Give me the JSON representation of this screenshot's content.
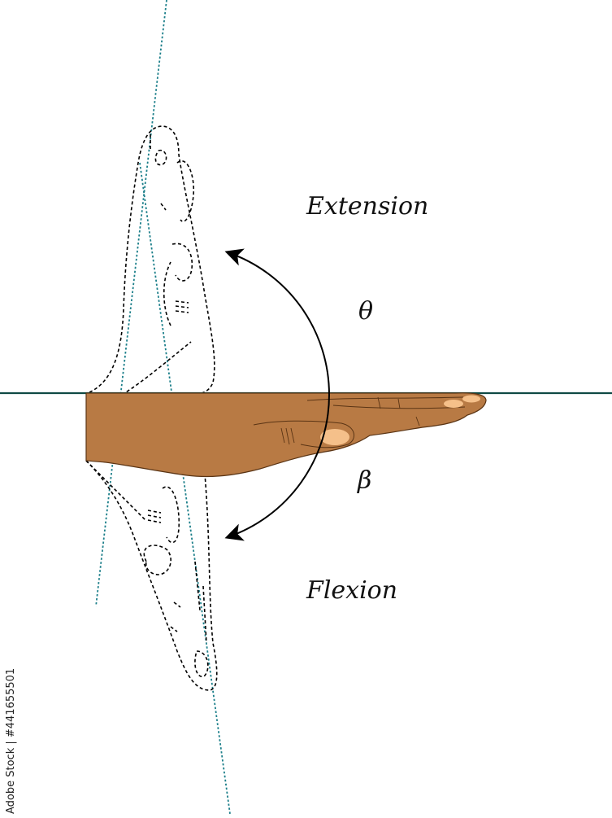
{
  "labels": {
    "extension": "Extension",
    "flexion": "Flexion",
    "extension_angle": "θ",
    "flexion_angle": "β"
  },
  "watermark": "Adobe Stock | #441655501",
  "colors": {
    "hand_fill": "#b87a44",
    "hand_outline": "#5a3414",
    "nail": "#f5c08a",
    "reference_line": "#0f4a44",
    "axis_dotted": "#1c7f8a",
    "arrow": "#000000",
    "dashed_outline": "#000000"
  },
  "icons": {
    "hand": "neutral-hand-icon",
    "extended_hand": "extended-hand-outline-icon",
    "flexed_hand": "flexed-hand-outline-icon",
    "arc_arrow": "double-headed-arc-arrow-icon"
  }
}
